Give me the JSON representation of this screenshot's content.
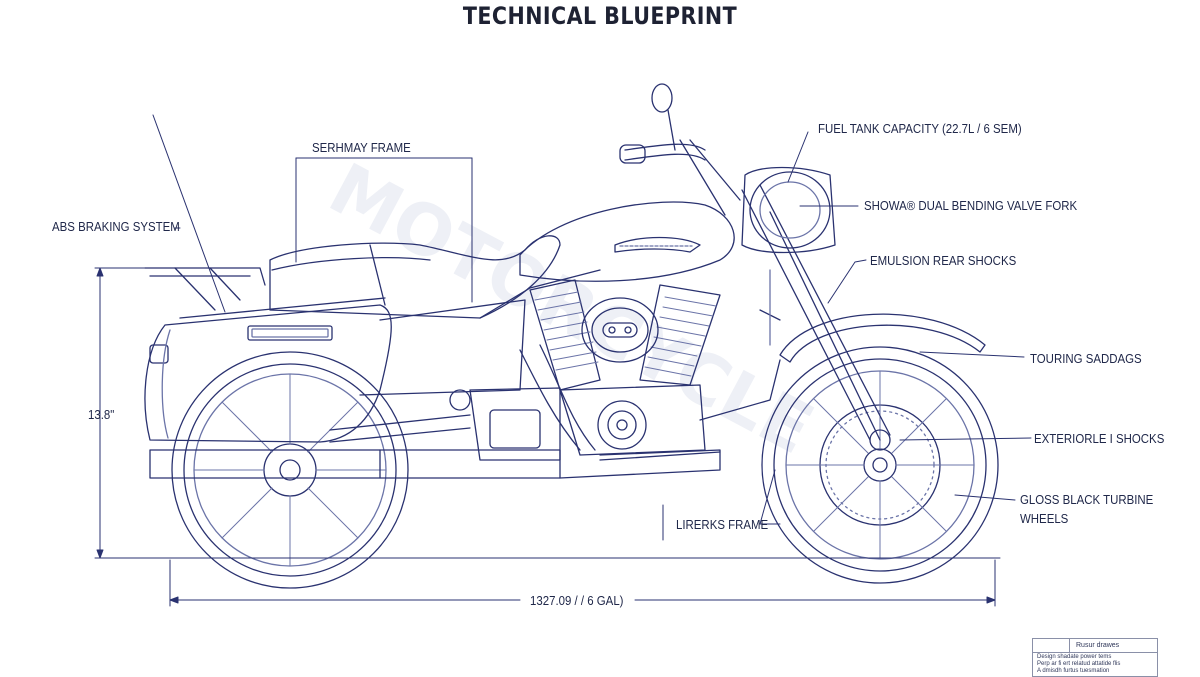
{
  "title": "TECHNICAL BLUEPRINT",
  "labels": {
    "abs": "ABS BRAKING SYSTEM",
    "frame_top": "SERHMAY FRAME",
    "fuel": "FUEL TANK CAPACITY (22.7L / 6 SEM)",
    "fork": "SHOWA® DUAL BENDING VALVE FORK",
    "shocks": "EMULSION REAR SHOCKS",
    "saddlebags": "TOURING SADDAGS",
    "ext_shocks": "EXTERIORLE I SHOCKS",
    "wheels_1": "GLOSS BLACK TURBINE",
    "wheels_2": "WHEELS",
    "lower_frame": "LIRERKS FRAME",
    "height": "13.8\"",
    "length": "1327.09 / / 6 GAL)"
  },
  "watermark": "MOTORCYCLE",
  "title_block": {
    "header": "Rusur drawes",
    "lines": [
      "Design shadate power tems",
      "Perp ar fi ert relatud attatide flis",
      "A dmisdh furtus tuesmation"
    ]
  },
  "colors": {
    "ink": "#2a3270",
    "ink_light": "#6b74a8",
    "text": "#20284a"
  }
}
